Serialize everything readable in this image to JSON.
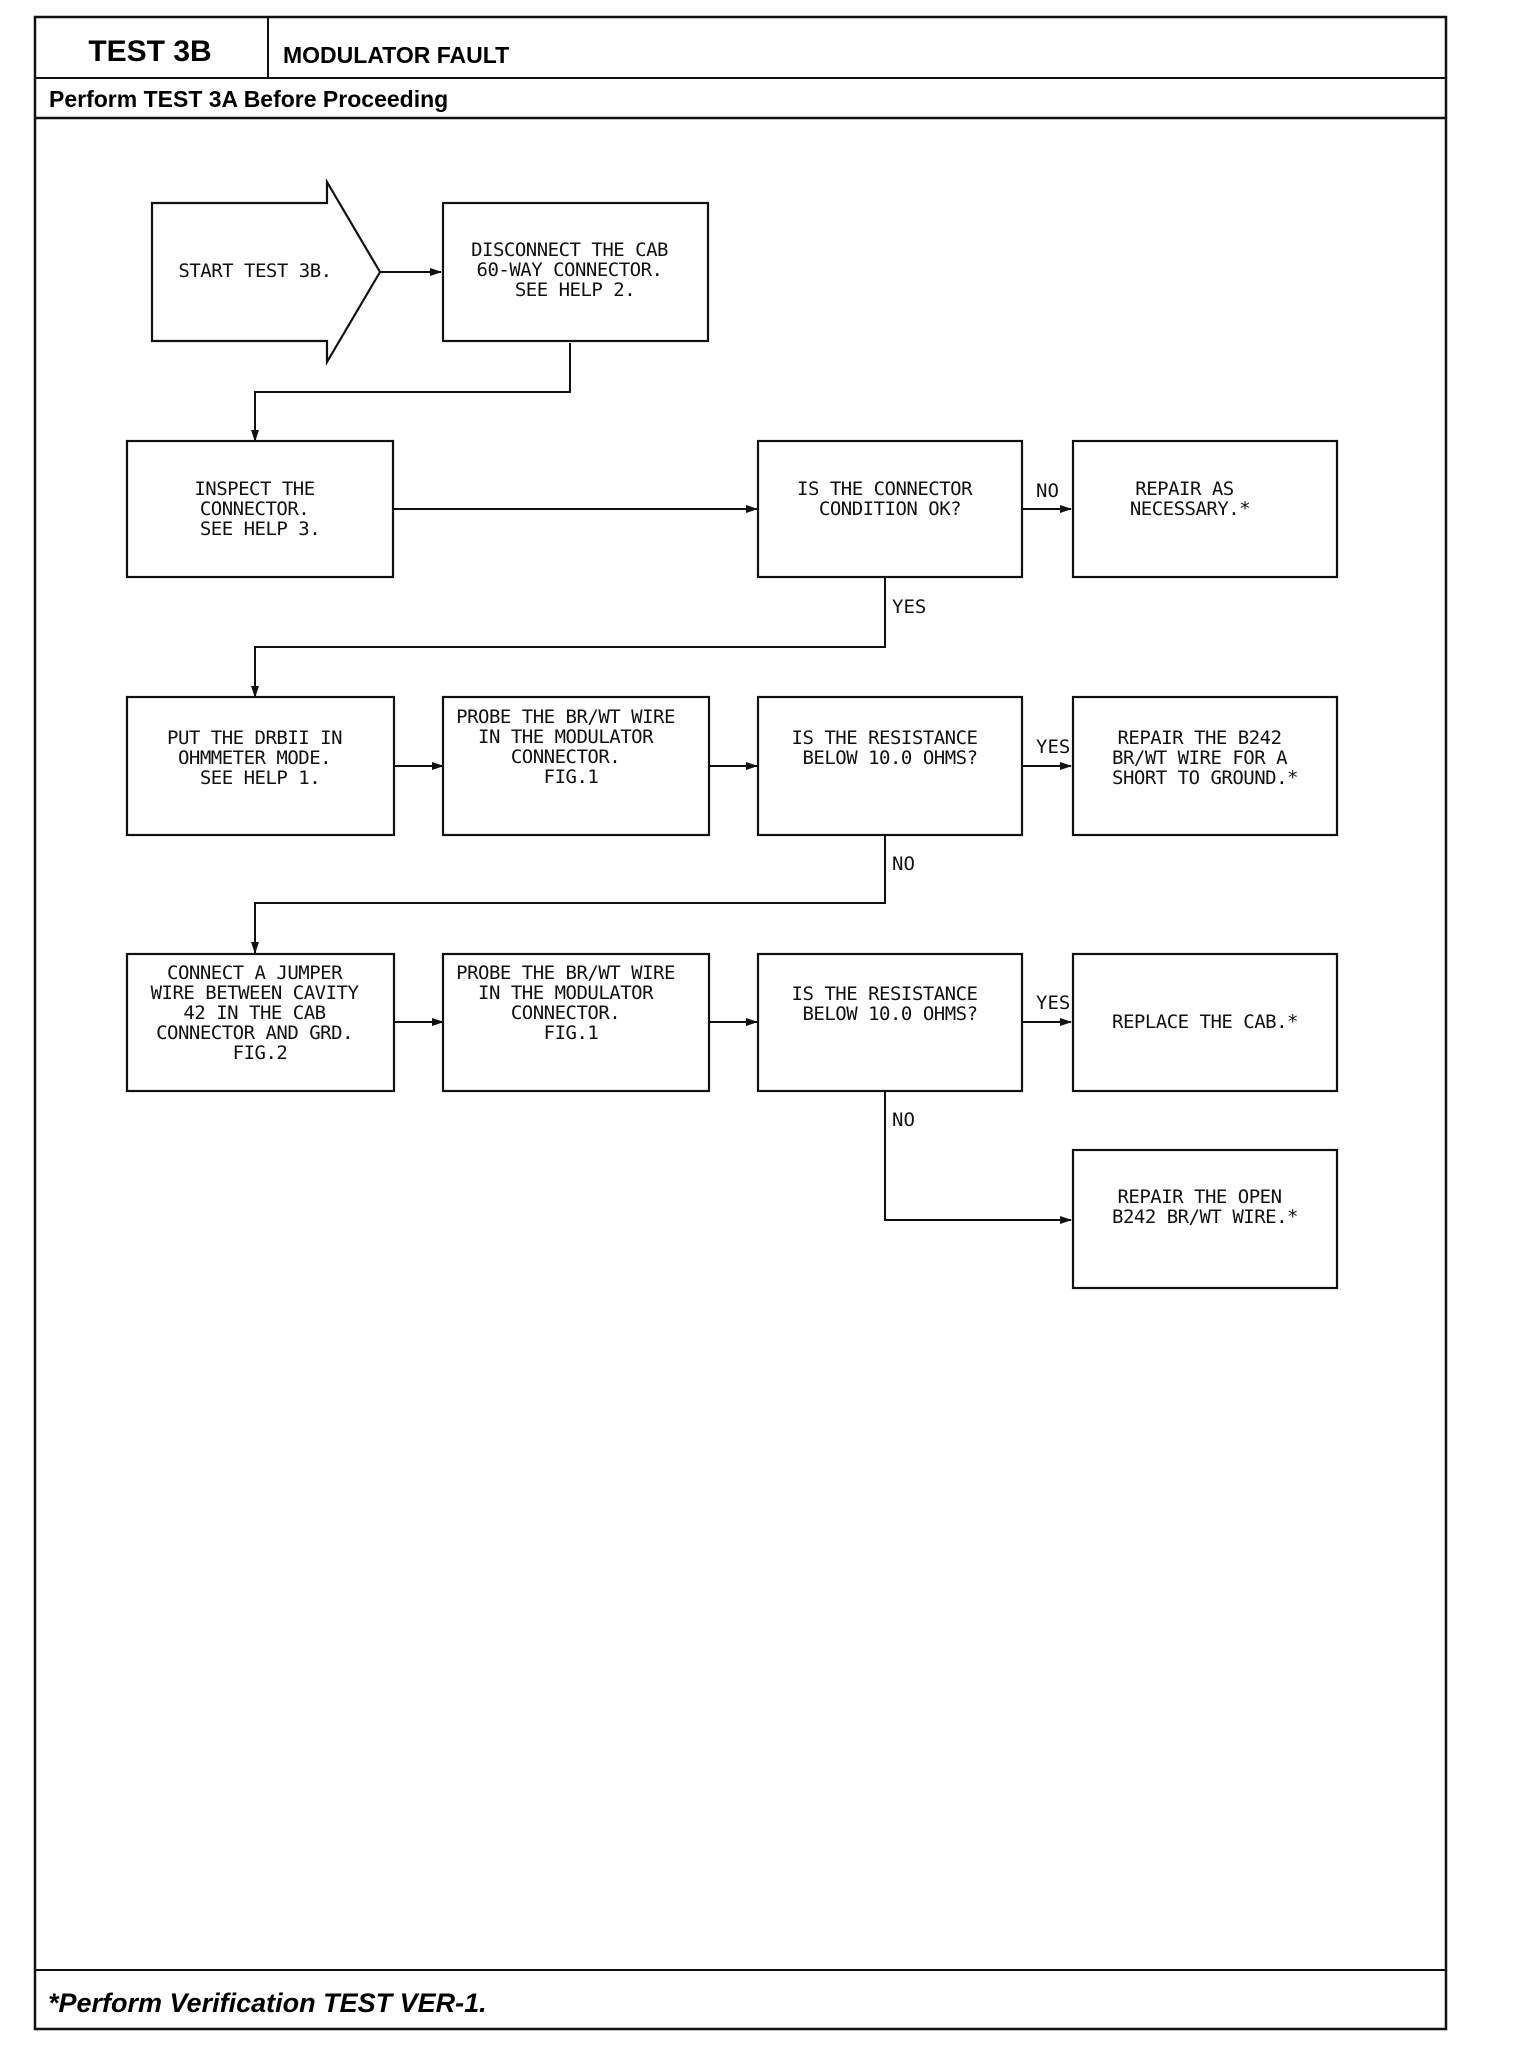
{
  "header": {
    "test_label": "TEST 3B",
    "title": "MODULATOR FAULT",
    "subtitle": "Perform TEST 3A Before Proceeding"
  },
  "footer": {
    "note": "*Perform Verification TEST VER-1."
  },
  "flowchart": {
    "nodes": [
      {
        "id": "start",
        "lines": [
          "START TEST 3B."
        ]
      },
      {
        "id": "disconnect",
        "lines": [
          "DISCONNECT THE CAB",
          "60-WAY CONNECTOR.",
          "SEE HELP 2."
        ]
      },
      {
        "id": "inspect",
        "lines": [
          "INSPECT THE",
          "CONNECTOR.",
          "SEE HELP 3."
        ]
      },
      {
        "id": "condition_ok",
        "lines": [
          "IS THE CONNECTOR",
          "CONDITION OK?"
        ]
      },
      {
        "id": "repair_necessary",
        "lines": [
          "REPAIR AS",
          "NECESSARY.*"
        ]
      },
      {
        "id": "ohmmeter",
        "lines": [
          "PUT THE DRBII IN",
          "OHMMETER MODE.",
          "SEE HELP 1."
        ]
      },
      {
        "id": "probe1",
        "lines": [
          "PROBE THE BR/WT WIRE",
          "IN THE MODULATOR",
          "CONNECTOR.",
          "",
          "FIG.1"
        ]
      },
      {
        "id": "resistance1",
        "lines": [
          "IS THE RESISTANCE",
          "BELOW 10.0 OHMS?"
        ]
      },
      {
        "id": "repair_short",
        "lines": [
          "REPAIR THE B242",
          "BR/WT WIRE FOR A",
          "SHORT TO GROUND.*"
        ]
      },
      {
        "id": "jumper",
        "lines": [
          "CONNECT A JUMPER",
          "WIRE BETWEEN CAVITY",
          "42 IN THE CAB",
          "CONNECTOR AND GRD.",
          "FIG.2"
        ]
      },
      {
        "id": "probe2",
        "lines": [
          "PROBE THE BR/WT WIRE",
          "IN THE MODULATOR",
          "CONNECTOR.",
          "",
          "FIG.1"
        ]
      },
      {
        "id": "resistance2",
        "lines": [
          "IS THE RESISTANCE",
          "BELOW 10.0 OHMS?"
        ]
      },
      {
        "id": "replace_cab",
        "lines": [
          "REPLACE THE CAB.*"
        ]
      },
      {
        "id": "repair_open",
        "lines": [
          "REPAIR THE OPEN",
          "B242 BR/WT WIRE.*"
        ]
      }
    ],
    "edges": [
      {
        "from": "start",
        "to": "disconnect",
        "label": ""
      },
      {
        "from": "disconnect",
        "to": "inspect",
        "label": ""
      },
      {
        "from": "inspect",
        "to": "condition_ok",
        "label": ""
      },
      {
        "from": "condition_ok",
        "to": "repair_necessary",
        "label": "NO"
      },
      {
        "from": "condition_ok",
        "to": "ohmmeter",
        "label": "YES"
      },
      {
        "from": "ohmmeter",
        "to": "probe1",
        "label": ""
      },
      {
        "from": "probe1",
        "to": "resistance1",
        "label": ""
      },
      {
        "from": "resistance1",
        "to": "repair_short",
        "label": "YES"
      },
      {
        "from": "resistance1",
        "to": "jumper",
        "label": "NO"
      },
      {
        "from": "jumper",
        "to": "probe2",
        "label": ""
      },
      {
        "from": "probe2",
        "to": "resistance2",
        "label": ""
      },
      {
        "from": "resistance2",
        "to": "replace_cab",
        "label": "YES"
      },
      {
        "from": "resistance2",
        "to": "repair_open",
        "label": "NO"
      }
    ]
  }
}
